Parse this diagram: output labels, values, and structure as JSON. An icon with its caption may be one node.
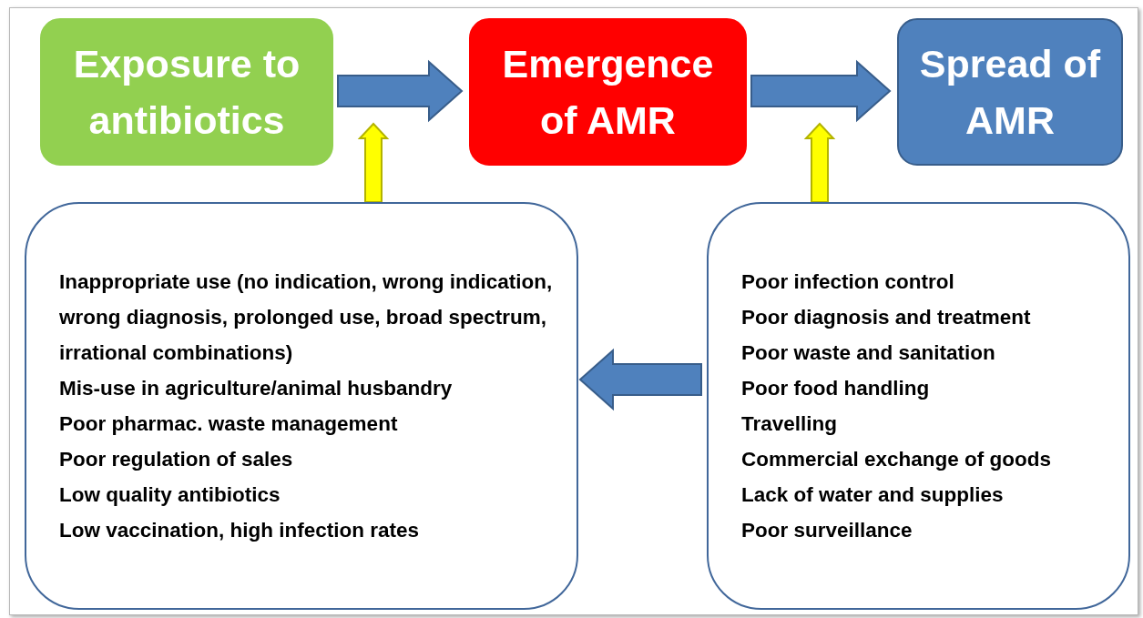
{
  "diagram": {
    "nodes": [
      {
        "text": [
          "Exposure to antibiotics"
        ]
      },
      {
        "text": [
          "Emergence of AMR"
        ]
      },
      {
        "text": [
          "Spread of AMR"
        ]
      },
      {
        "text": [
          "Inappropriate use (no indication, wrong indication, wrong diagnosis, prolonged use, broad spectrum, irrational combinations)",
          "Mis-use in agriculture/animal husbandry",
          "Poor pharmac. waste management",
          "Poor regulation of sales",
          "Low quality antibiotics",
          "Low vaccination, high infection rates"
        ]
      },
      {
        "text": [
          "Poor infection control",
          "Poor diagnosis and treatment",
          "Poor waste and sanitation",
          "Poor food handling",
          "Travelling",
          "Commercial exchange of goods",
          "Lack of water and supplies",
          "Poor surveillance"
        ]
      }
    ],
    "edges": [
      {
        "from": 0,
        "to": 1,
        "arrow": "to"
      },
      {
        "from": 1,
        "to": 2,
        "arrow": "to"
      },
      {
        "from": 3,
        "to": null,
        "arrow": "to",
        "color": "#ffff00"
      },
      {
        "from": 4,
        "to": null,
        "arrow": "to",
        "color": "#ffff00"
      },
      {
        "from": 4,
        "to": 3,
        "arrow": "to"
      }
    ]
  }
}
